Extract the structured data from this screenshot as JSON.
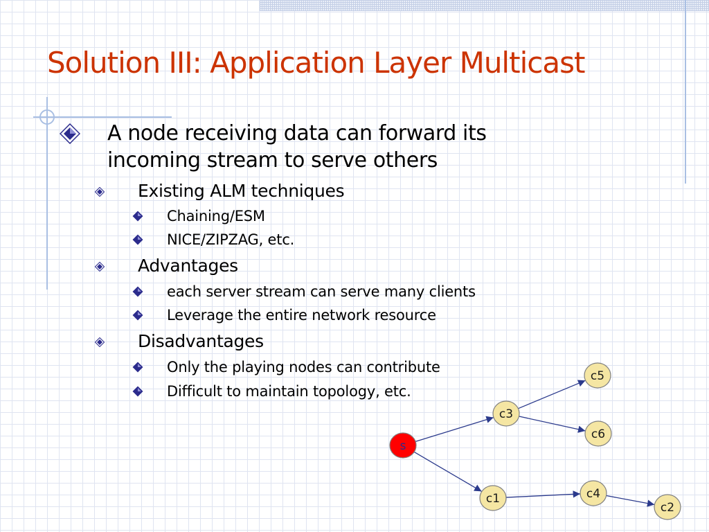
{
  "slide": {
    "title": "Solution III: Application Layer Multicast",
    "bullets": [
      {
        "text": "A node receiving data can forward its incoming stream to serve others",
        "lines": [
          "A node receiving data can forward its",
          "incoming stream to serve others"
        ],
        "children": [
          {
            "text": "Existing ALM techniques",
            "children": [
              "Chaining/ESM",
              "NICE/ZIPZAG, etc."
            ]
          },
          {
            "text": "Advantages",
            "children": [
              "each server stream can serve many clients",
              "Leverage the entire network resource"
            ]
          },
          {
            "text": "Disadvantages",
            "children": [
              "Only the playing nodes can contribute",
              "Difficult to maintain topology, etc."
            ]
          }
        ]
      }
    ]
  },
  "diagram": {
    "nodes": [
      {
        "id": "s",
        "label": "s",
        "role": "source"
      },
      {
        "id": "c3",
        "label": "c3",
        "role": "client"
      },
      {
        "id": "c1",
        "label": "c1",
        "role": "client"
      },
      {
        "id": "c5",
        "label": "c5",
        "role": "client"
      },
      {
        "id": "c6",
        "label": "c6",
        "role": "client"
      },
      {
        "id": "c4",
        "label": "c4",
        "role": "client"
      },
      {
        "id": "c2",
        "label": "c2",
        "role": "client"
      }
    ],
    "edges": [
      {
        "from": "s",
        "to": "c3"
      },
      {
        "from": "s",
        "to": "c1"
      },
      {
        "from": "c3",
        "to": "c5"
      },
      {
        "from": "c3",
        "to": "c6"
      },
      {
        "from": "c1",
        "to": "c4"
      },
      {
        "from": "c4",
        "to": "c2"
      }
    ]
  },
  "colors": {
    "title": "#cc3300",
    "source_node_fill": "#ff0000",
    "client_node_fill": "#f5e6a3",
    "node_border": "#808080",
    "edge": "#2b3a8c",
    "bullet_marker": "#2b2b8c"
  },
  "icons": {
    "bullet_marker": "diamond-bullet-icon"
  }
}
